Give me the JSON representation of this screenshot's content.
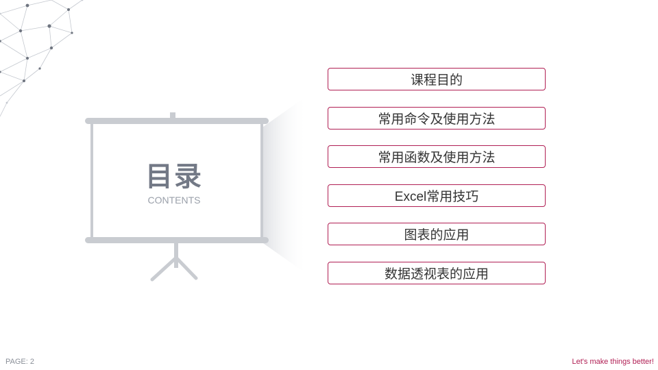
{
  "slide": {
    "title": "目录",
    "subtitle": "CONTENTS",
    "items": [
      {
        "label": "课程目的"
      },
      {
        "label": "常用命令及使用方法"
      },
      {
        "label": "常用函数及使用方法"
      },
      {
        "label": "Excel常用技巧"
      },
      {
        "label": "图表的应用"
      },
      {
        "label": "数据透视表的应用"
      }
    ]
  },
  "footer": {
    "page": "PAGE: 2",
    "slogan": "Let's make things better!"
  },
  "colors": {
    "accent": "#b01e53",
    "title_gray": "#737986",
    "stand_gray": "#c9ccd1"
  },
  "icons": {
    "decoration": "network-mesh-icon",
    "screen": "projector-screen-icon"
  }
}
